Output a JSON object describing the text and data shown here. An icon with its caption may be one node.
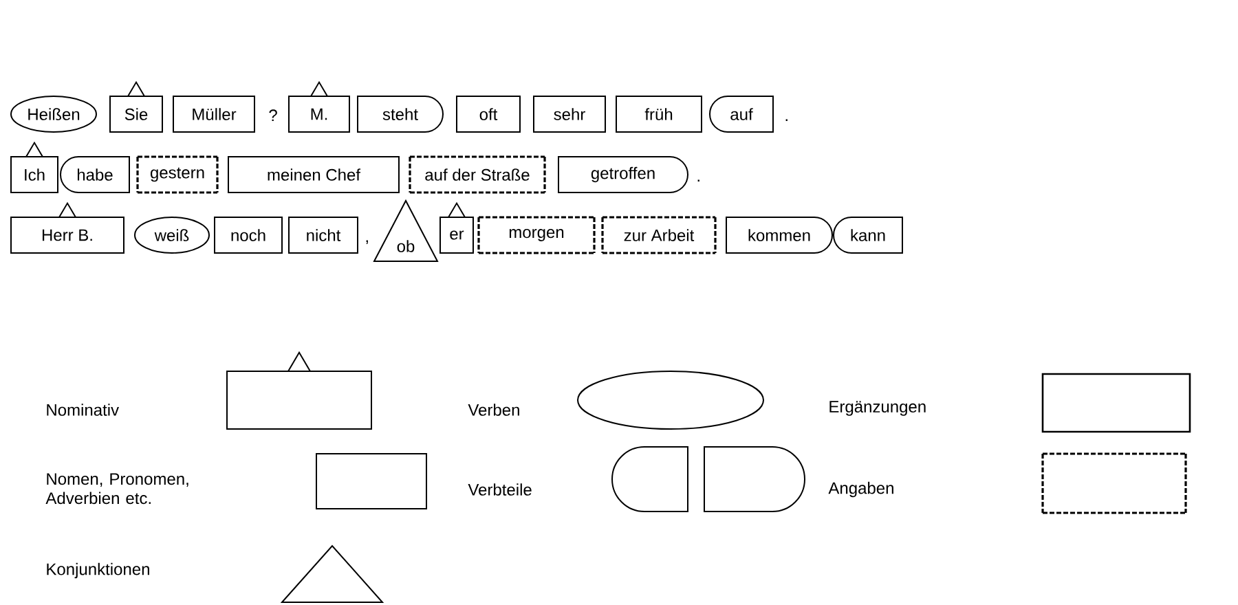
{
  "diagram": {
    "nodes": [
      {
        "text": [
          "Heißen"
        ]
      },
      {
        "text": [
          "Sie"
        ]
      },
      {
        "text": [
          "Müller"
        ]
      },
      {
        "text": [
          "M."
        ]
      },
      {
        "text": [
          "steht"
        ]
      },
      {
        "text": [
          "oft"
        ]
      },
      {
        "text": [
          "sehr"
        ]
      },
      {
        "text": [
          "früh"
        ]
      },
      {
        "text": [
          "auf"
        ]
      },
      {
        "text": [
          "Ich"
        ]
      },
      {
        "text": [
          "habe"
        ]
      },
      {
        "text": [
          "gestern"
        ]
      },
      {
        "text": [
          "meinen Chef"
        ]
      },
      {
        "text": [
          "auf der Straße"
        ]
      },
      {
        "text": [
          "getroffen"
        ]
      },
      {
        "text": [
          "Herr B."
        ]
      },
      {
        "text": [
          "weiß"
        ]
      },
      {
        "text": [
          "noch"
        ]
      },
      {
        "text": [
          "nicht"
        ]
      },
      {
        "text": [
          "ob"
        ]
      },
      {
        "text": [
          "er"
        ]
      },
      {
        "text": [
          "morgen"
        ]
      },
      {
        "text": [
          "zur Arbeit"
        ]
      },
      {
        "text": [
          "kommen"
        ]
      },
      {
        "text": [
          "kann"
        ]
      }
    ],
    "labels": [
      "?",
      ".",
      ".",
      ","
    ],
    "legend": [
      {
        "text": "Nominativ"
      },
      {
        "text": "Verben"
      },
      {
        "text": "Ergänzungen"
      },
      {
        "text": "Nomen, Pronomen, Adverbien etc."
      },
      {
        "text": "Verbteile"
      },
      {
        "text": "Angaben"
      },
      {
        "text": "Konjunktionen"
      }
    ]
  }
}
